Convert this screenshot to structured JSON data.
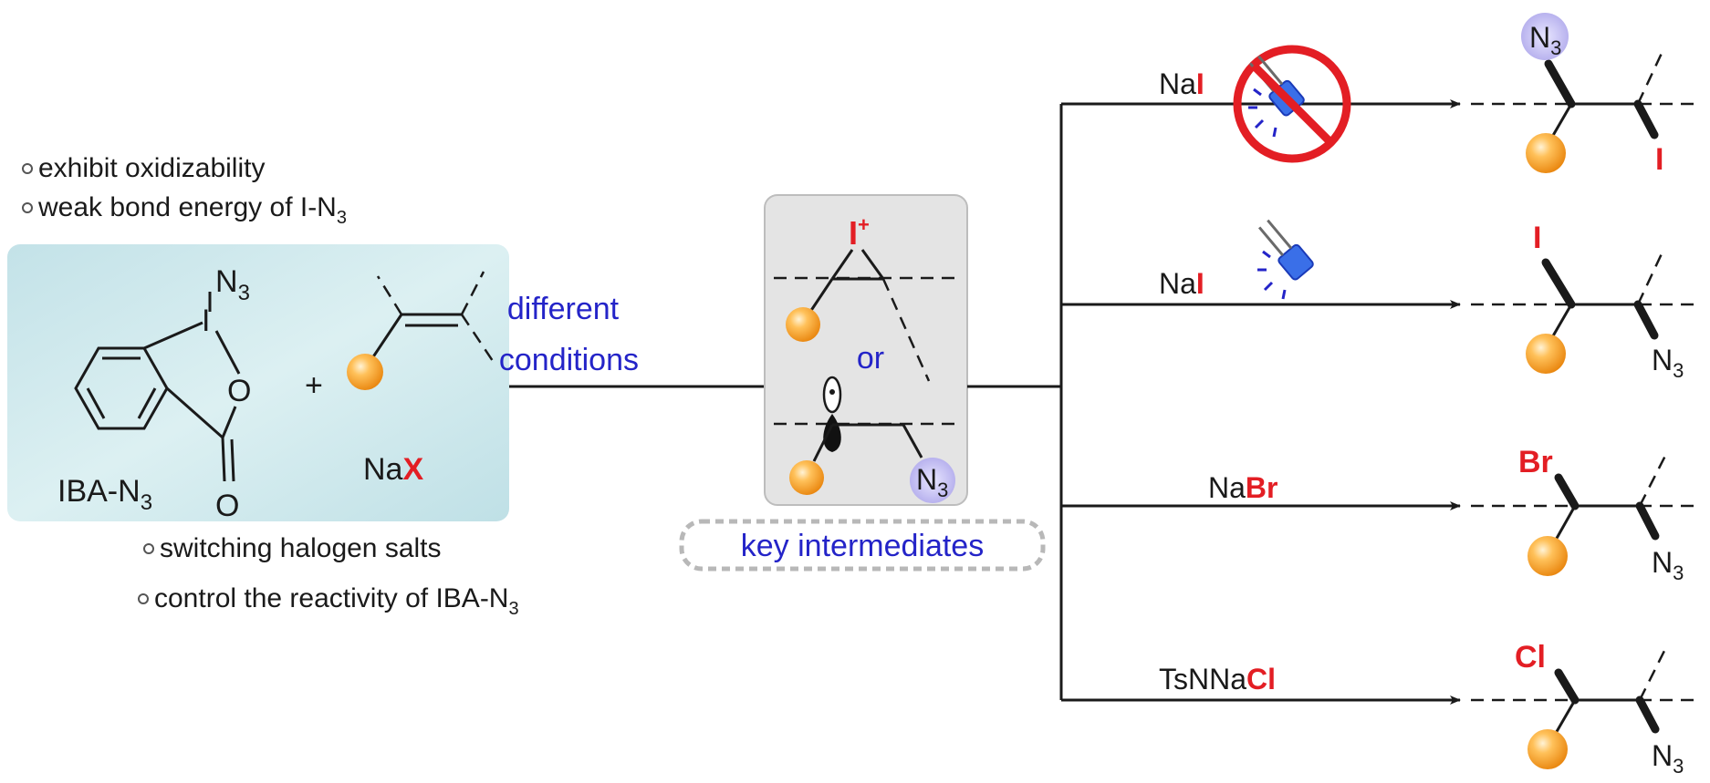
{
  "notes_top": [
    "exhibit oxidizability",
    "weak bond energy of I-N",
    "3"
  ],
  "notes_bottom": [
    "switching halogen salts",
    "control the reactivity of IBA-N",
    "3"
  ],
  "reagent": {
    "name_main": "IBA-N",
    "name_sub": "3",
    "atom_I": "I",
    "atom_O1": "O",
    "atom_O2": "O",
    "n3_main": "N",
    "n3_sub": "3",
    "plus": "+",
    "salt_main": "Na",
    "salt_x": "X"
  },
  "arrow_label": [
    "different",
    "conditions"
  ],
  "intermediates": {
    "iodonium_main": "I",
    "iodonium_charge": "+",
    "or": "or",
    "n3_main": "N",
    "n3_sub": "3",
    "caption": "key intermediates"
  },
  "branches": [
    {
      "prefix": "Na",
      "halogen": "I",
      "light": "no light",
      "product": {
        "top_main": "N",
        "top_sub": "3",
        "right_main": "I",
        "right_sub": ""
      }
    },
    {
      "prefix": "Na",
      "halogen": "I",
      "light": "light",
      "product": {
        "top_main": "I",
        "top_sub": "",
        "right_main": "N",
        "right_sub": "3"
      }
    },
    {
      "prefix": "Na",
      "halogen": "Br",
      "light": "",
      "product": {
        "top_main": "Br",
        "top_sub": "",
        "right_main": "N",
        "right_sub": "3"
      }
    },
    {
      "prefix": "TsNNa",
      "halogen": "Cl",
      "light": "",
      "product": {
        "top_main": "Cl",
        "top_sub": "",
        "right_main": "N",
        "right_sub": "3"
      }
    }
  ],
  "colors": {
    "accent_red": "#e31e24",
    "accent_blue": "#2424c8",
    "panel_teal": "#cfe8ec",
    "sphere_orange": "#f5a020",
    "highlight_purple": "#c9c4f2"
  }
}
